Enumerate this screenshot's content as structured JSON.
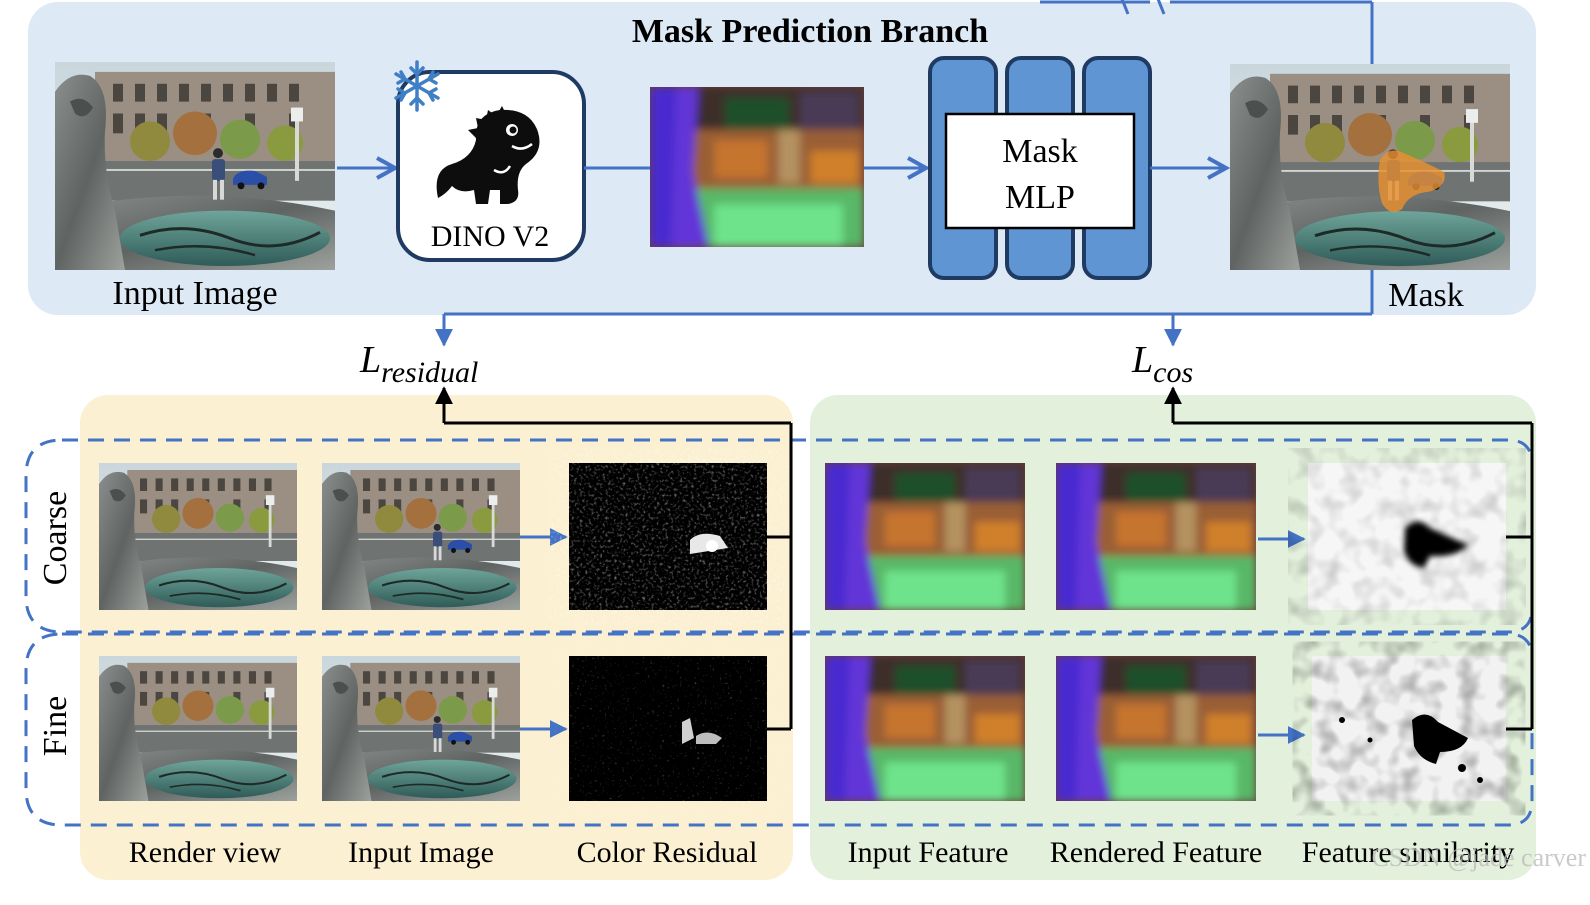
{
  "top_branch": {
    "title": "Mask Prediction Branch",
    "input_label": "Input Image",
    "dino_label": "DINO V2",
    "mlp_line1": "Mask",
    "mlp_line2": "MLP",
    "mask_label": "Mask"
  },
  "losses": {
    "residual_base": "L",
    "residual_sub": "residual",
    "cos_base": "L",
    "cos_sub": "cos"
  },
  "rows": {
    "coarse": "Coarse",
    "fine": "Fine"
  },
  "columns": {
    "render_view": "Render view",
    "input_image": "Input Image",
    "color_residual": "Color Residual",
    "input_feature": "Input Feature",
    "rendered_feature": "Rendered Feature",
    "feature_similarity": "Feature similarity"
  },
  "watermark": "CSDN @jade carver",
  "colors": {
    "top_panel": "#dde9f5",
    "yellow_panel": "#fcf0d2",
    "green_panel": "#e3f0dc",
    "accent_blue": "#4472c4",
    "mask_orange": "#e8902e"
  },
  "icons": {
    "frozen": "snowflake-icon",
    "dino": "dinosaur-icon"
  }
}
